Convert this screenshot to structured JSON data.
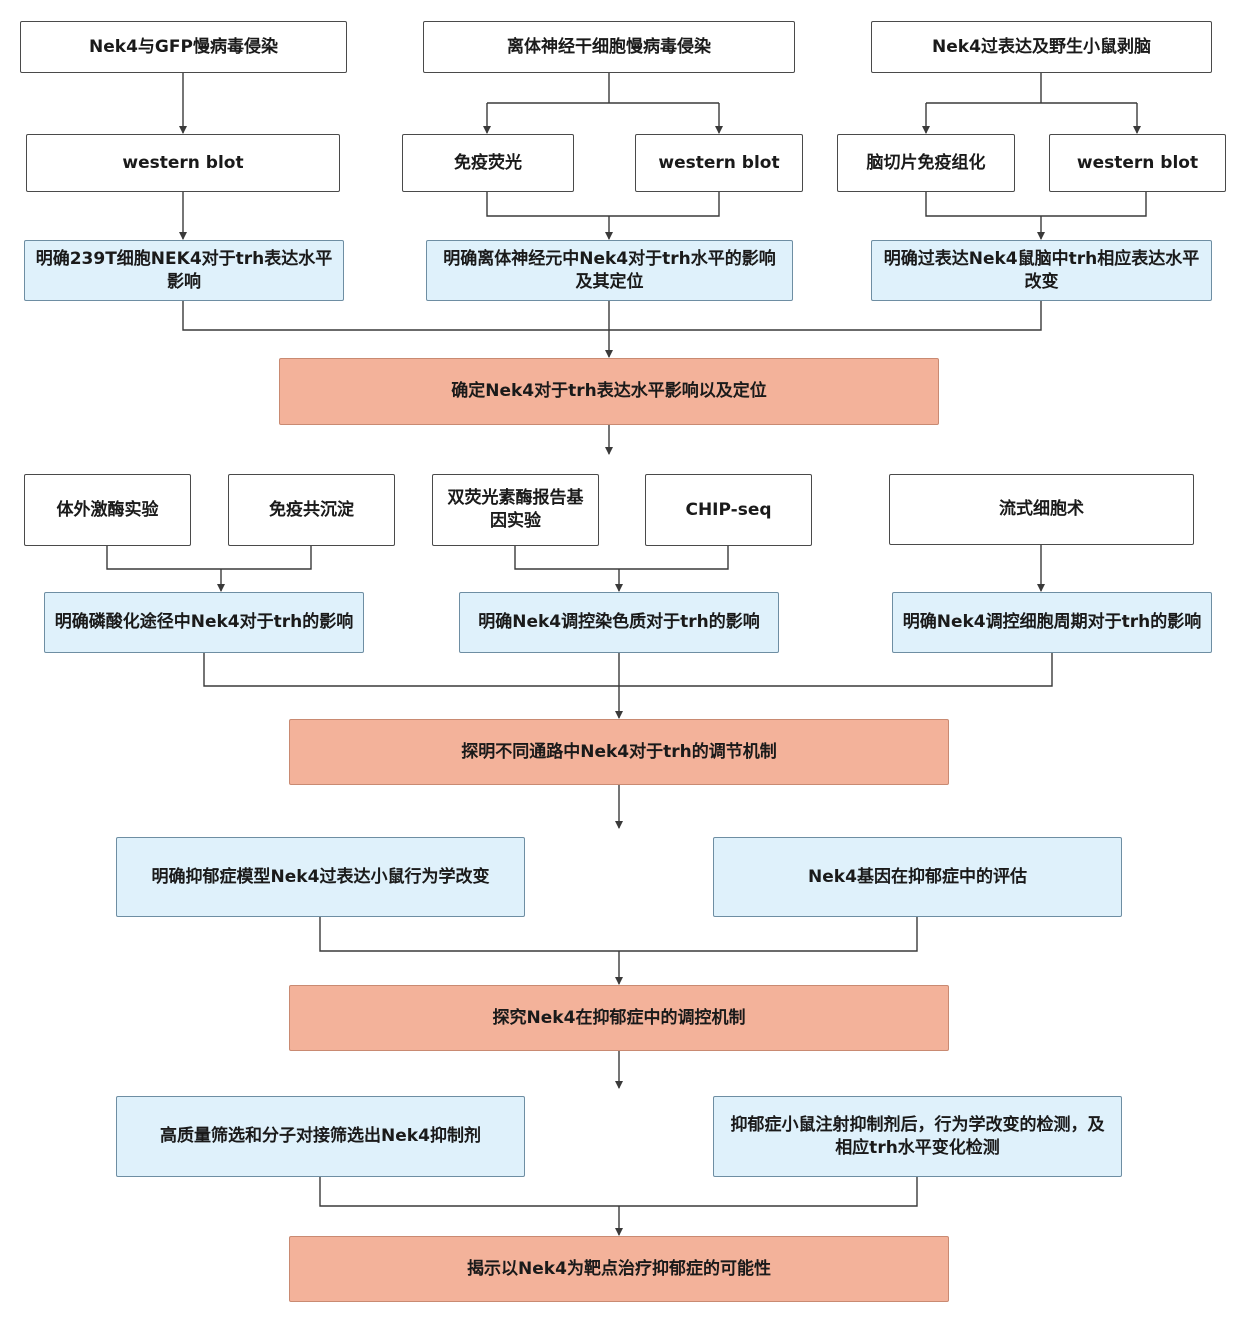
{
  "nodes": {
    "r1_a": "Nek4与GFP慢病毒侵染",
    "r1_b": "离体神经干细胞慢病毒侵染",
    "r1_c": "Nek4过表达及野生小鼠剥脑",
    "r2_a": "western blot",
    "r2_b1": "免疫荧光",
    "r2_b2": "western blot",
    "r2_c1": "脑切片免疫组化",
    "r2_c2": "western blot",
    "r3_a": "明确239T细胞NEK4对于trh表达水平影响",
    "r3_b": "明确离体神经元中Nek4对于trh水平的影响及其定位",
    "r3_c": "明确过表达Nek4鼠脑中trh相应表达水平改变",
    "s1": "确定Nek4对于trh表达水平影响以及定位",
    "r4_a1": "体外激酶实验",
    "r4_a2": "免疫共沉淀",
    "r4_b1": "双荧光素酶报告基因实验",
    "r4_b2": "CHIP-seq",
    "r4_c": "流式细胞术",
    "r5_a": "明确磷酸化途径中Nek4对于trh的影响",
    "r5_b": "明确Nek4调控染色质对于trh的影响",
    "r5_c": "明确Nek4调控细胞周期对于trh的影响",
    "s2": "探明不同通路中Nek4对于trh的调节机制",
    "r6_a": "明确抑郁症模型Nek4过表达小鼠行为学改变",
    "r6_b": "Nek4基因在抑郁症中的评估",
    "s3": "探究Nek4在抑郁症中的调控机制",
    "r7_a": "高质量筛选和分子对接筛选出Nek4抑制剂",
    "r7_b": "抑郁症小鼠注射抑制剂后，行为学改变的检测，及相应trh水平变化检测",
    "s4": "揭示以Nek4为靶点治疗抑郁症的可能性"
  },
  "colors": {
    "plain_box": "#ffffff",
    "result_box": "#dff1fb",
    "summary_box": "#f3b29a",
    "connector": "#3a3a3a"
  }
}
